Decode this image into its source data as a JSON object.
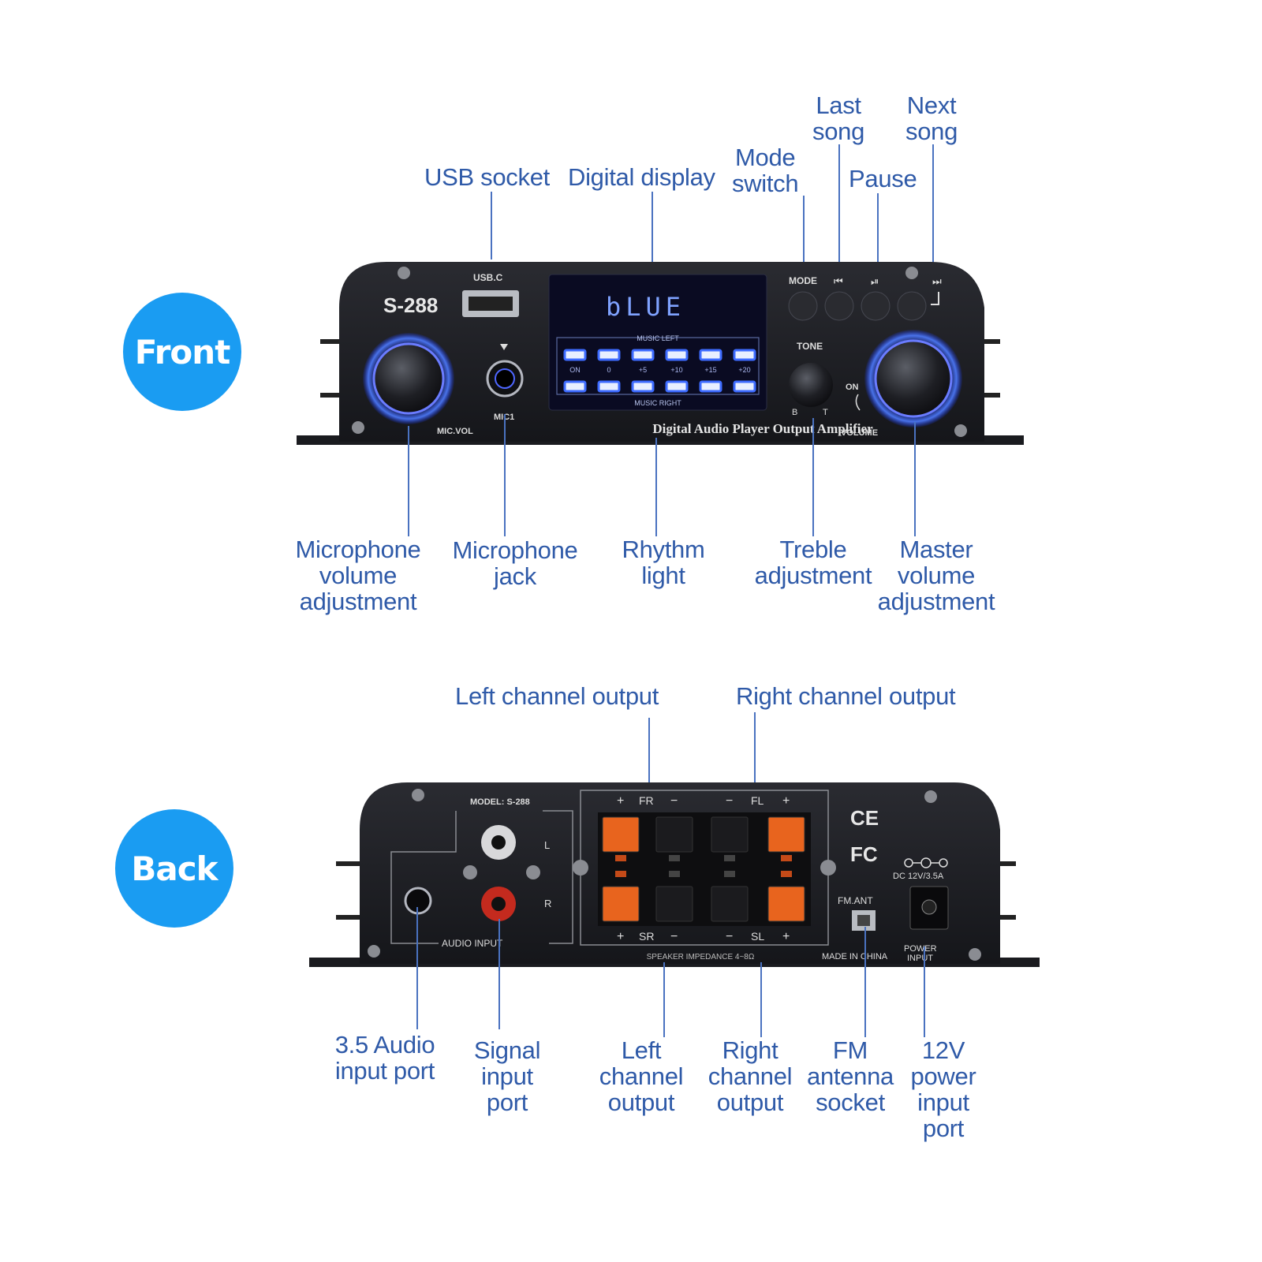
{
  "badges": {
    "front": "Front",
    "back": "Back"
  },
  "front_labels": {
    "usb_socket": "USB socket",
    "digital_display": "Digital display",
    "mode_switch": [
      "Mode",
      "switch"
    ],
    "last_song": [
      "Last",
      "song"
    ],
    "pause": "Pause",
    "next_song": [
      "Next",
      "song"
    ],
    "mic_volume": [
      "Microphone",
      "volume",
      "adjustment"
    ],
    "mic_jack": [
      "Microphone",
      "jack"
    ],
    "rhythm_light": [
      "Rhythm",
      "light"
    ],
    "treble": [
      "Treble",
      "adjustment"
    ],
    "master_volume": [
      "Master",
      "volume",
      "adjustment"
    ]
  },
  "back_labels": {
    "left_channel_top": "Left channel output",
    "right_channel_top": "Right channel output",
    "audio_35": [
      "3.5 Audio",
      "input port"
    ],
    "signal_input": [
      "Signal",
      "input",
      "port"
    ],
    "left_channel": [
      "Left",
      "channel",
      "output"
    ],
    "right_channel": [
      "Right",
      "channel",
      "output"
    ],
    "fm_antenna": [
      "FM",
      "antenna",
      "socket"
    ],
    "power_12v": [
      "12V",
      "power",
      "input",
      "port"
    ]
  },
  "front_panel": {
    "model": "S-288",
    "usb_label": "USB.C",
    "display_text": "bLUE",
    "music_left": "MUSIC LEFT",
    "music_right": "MUSIC RIGHT",
    "levels": [
      "ON",
      "0",
      "+5",
      "+10",
      "+15",
      "+20"
    ],
    "amp_name": "Digital Audio Player Output Amplifier",
    "mode": "MODE",
    "prev_icon": "⏮",
    "play_pause_icon": "⏯",
    "next_icon": "⏭",
    "tone": "TONE",
    "tone_b": "B",
    "tone_t": "T",
    "volume": "VOLUME",
    "on": "ON",
    "mic_vol": "MIC.VOL",
    "mic1": "MIC1"
  },
  "back_panel": {
    "model": "MODEL: S-288",
    "audio_input": "AUDIO INPUT",
    "rca_l": "L",
    "rca_r": "R",
    "fr": "FR",
    "fl": "FL",
    "sr": "SR",
    "sl": "SL",
    "plus": "+",
    "minus": "−",
    "impedance": "SPEAKER IMPEDANCE 4~8Ω",
    "ce": "CE",
    "fc": "FC",
    "dc_rating": "DC 12V/3.5A",
    "fm_ant": "FM.ANT",
    "made_in": "MADE IN CHINA",
    "power_input": [
      "POWER",
      "INPUT"
    ]
  },
  "colors": {
    "label_blue": "#2f5aa8",
    "badge_blue": "#1a9cf2",
    "led_blue": "#3d6bff",
    "terminal_orange": "#e8641e",
    "body_dark": "#1c1d22"
  }
}
